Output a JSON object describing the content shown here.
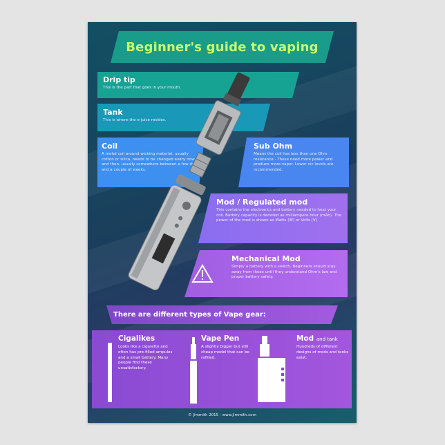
{
  "title": "Beginner's guide to vaping",
  "drip_tip": {
    "title": "Drip tip",
    "desc": "This is the part that goes in your mouth."
  },
  "tank": {
    "title": "Tank",
    "desc": "This is where the e-juice resides."
  },
  "coil": {
    "title": "Coil",
    "desc": "A metal coil around wicking material, usually cotton or silica, needs to be changed every now and then, usually somewhere between a few days and a couple of weeks."
  },
  "sub_ohm": {
    "title": "Sub Ohm",
    "desc": "Means the coil has less than one Ohm resistance - These need more power and produce more vapor. Lower nic levels are recommended."
  },
  "mod": {
    "title": "Mod / Regulated mod",
    "desc": "This contains the electronics and battery needed to heat your coil. Battery capacity is denoted as milliampere hour (mAh). The power of the mod is shown as Watts (W) or Volts (V)"
  },
  "mech": {
    "title": "Mechanical Mod",
    "desc": "Simply a battery with a switch. Beginners should stay away from these until they understand Ohm's law and proper battery safety."
  },
  "types_heading": "There are different types of Vape gear:",
  "types": [
    {
      "title": "Cigalikes",
      "desc": "Looks like a cigarette and often has pre-filled ampules and a small battery. Many people find these unsatisfactory."
    },
    {
      "title": "Vape Pen",
      "desc": "A slightly bigger but still cheap model that can be refilled."
    },
    {
      "title": "Mod",
      "title_small": "and tank",
      "desc": "Hundreds of different designs of mods and tanks exist."
    }
  ],
  "footer": "© Jimmith 2015 - www.jimmith.com",
  "colors": {
    "teal": "#17a394",
    "blue": "#3d8ff0",
    "purple": "#a260e6",
    "title_green": "#c6ff6e"
  }
}
